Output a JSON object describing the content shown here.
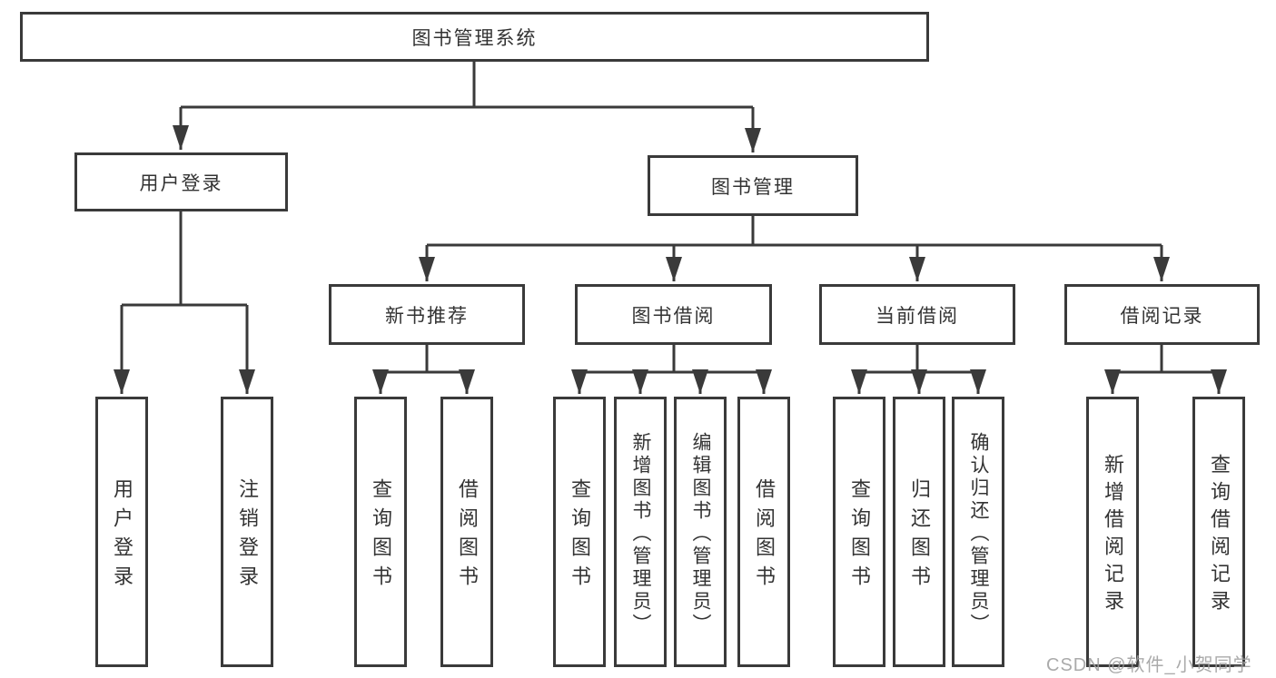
{
  "diagram": {
    "title": "图书管理系统",
    "branches": {
      "user_login": "用户登录",
      "book_management": "图书管理"
    },
    "modules": {
      "new_book_recommend": "新书推荐",
      "book_borrowing": "图书借阅",
      "current_borrowing": "当前借阅",
      "borrowing_records": "借阅记录"
    },
    "leaves": {
      "user_login_action": "用户登录",
      "logout_action": "注销登录",
      "nbr_query_book": "查询图书",
      "nbr_borrow_book": "借阅图书",
      "bb_query_book": "查询图书",
      "bb_add_book_admin": "新增图书（管理员）",
      "bb_edit_book_admin": "编辑图书（管理员）",
      "bb_borrow_book": "借阅图书",
      "cb_query_book": "查询图书",
      "cb_return_book": "归还图书",
      "cb_confirm_return_admin": "确认归还（管理员）",
      "br_add_record": "新增借阅记录",
      "br_query_record": "查询借阅记录"
    },
    "watermark": "CSDN @软件_小贺同学"
  },
  "colors": {
    "line": "#3a3a3a",
    "text": "#333333",
    "watermark_gray": "#9e9e9e",
    "background": "#ffffff"
  }
}
